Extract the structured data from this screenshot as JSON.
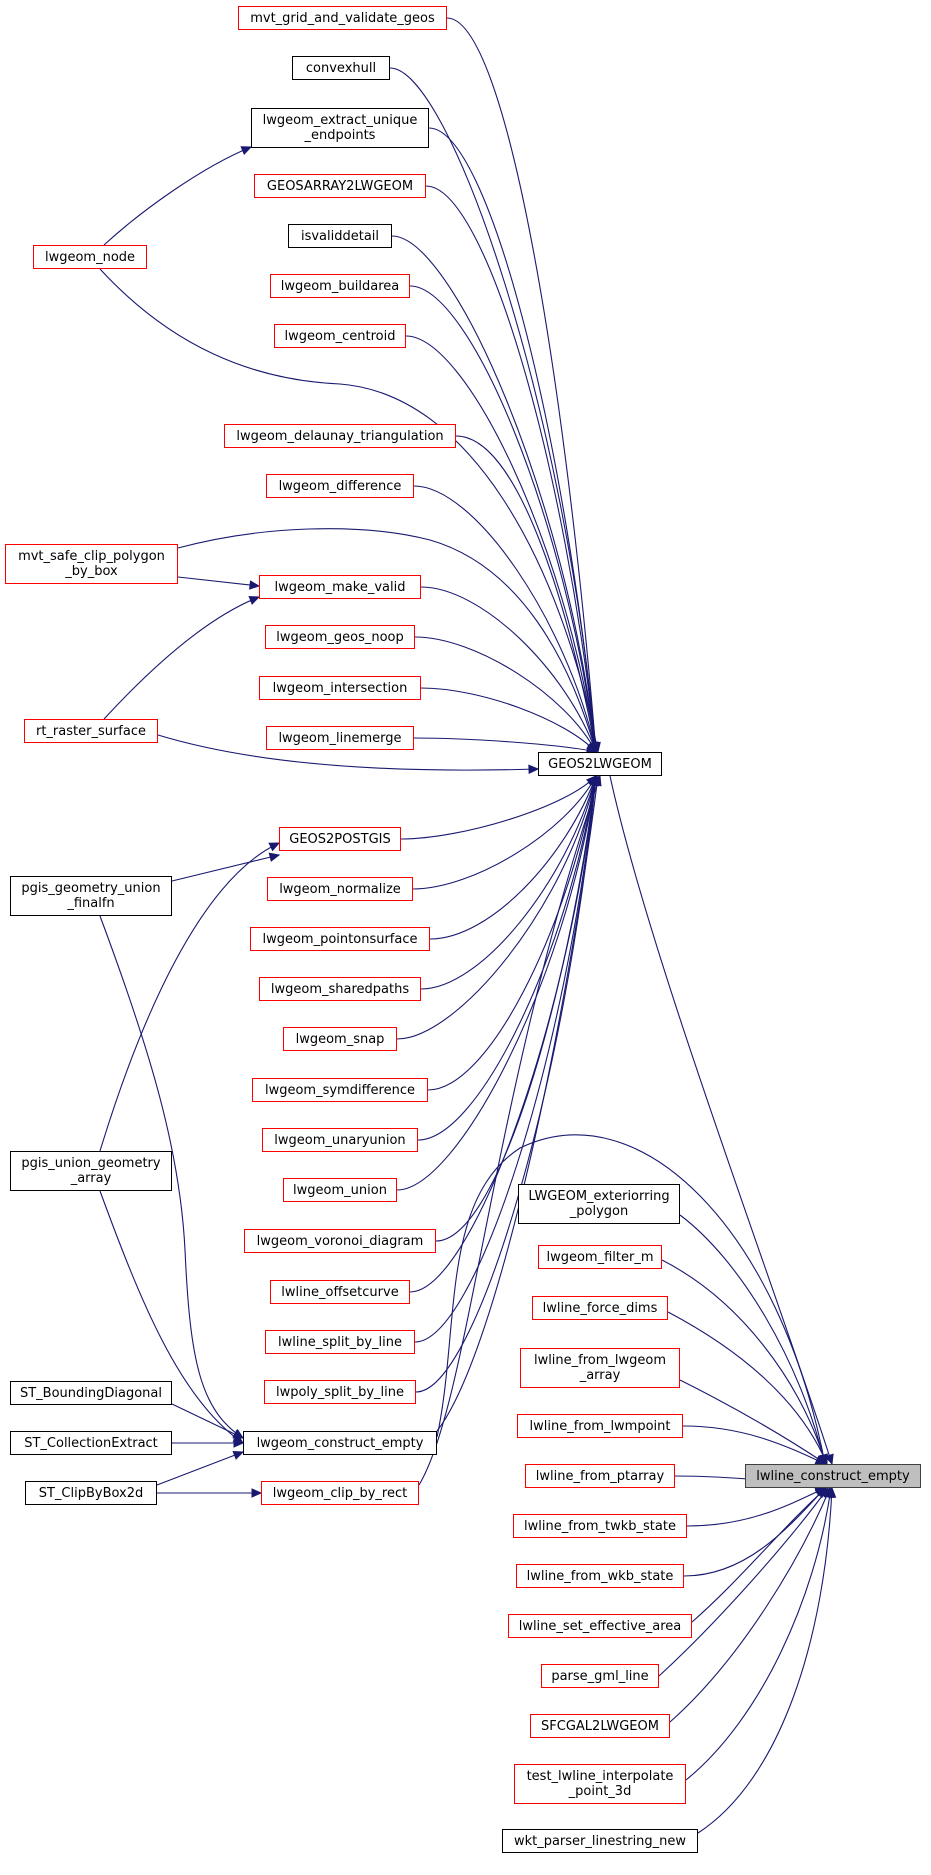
{
  "colors": {
    "edge": "#191970",
    "incomplete_border": "#ff0000",
    "normal_border": "#000000",
    "root_fill": "#bfbfbf"
  },
  "nodes": {
    "mvt_grid_and_validate_geos": {
      "label": "mvt_grid_and_validate_geos",
      "style": "red"
    },
    "convexhull": {
      "label": "convexhull",
      "style": "black"
    },
    "lwgeom_extract_unique_endpoints": {
      "label": "lwgeom_extract_unique\n_endpoints",
      "style": "black"
    },
    "GEOSARRAY2LWGEOM": {
      "label": "GEOSARRAY2LWGEOM",
      "style": "red"
    },
    "isvaliddetail": {
      "label": "isvaliddetail",
      "style": "black"
    },
    "lwgeom_buildarea": {
      "label": "lwgeom_buildarea",
      "style": "red"
    },
    "lwgeom_centroid": {
      "label": "lwgeom_centroid",
      "style": "red"
    },
    "lwgeom_node": {
      "label": "lwgeom_node",
      "style": "red"
    },
    "lwgeom_delaunay_triangulation": {
      "label": "lwgeom_delaunay_triangulation",
      "style": "red"
    },
    "lwgeom_difference": {
      "label": "lwgeom_difference",
      "style": "red"
    },
    "mvt_safe_clip_polygon_by_box": {
      "label": "mvt_safe_clip_polygon\n_by_box",
      "style": "red"
    },
    "lwgeom_make_valid": {
      "label": "lwgeom_make_valid",
      "style": "red"
    },
    "lwgeom_geos_noop": {
      "label": "lwgeom_geos_noop",
      "style": "red"
    },
    "lwgeom_intersection": {
      "label": "lwgeom_intersection",
      "style": "red"
    },
    "rt_raster_surface": {
      "label": "rt_raster_surface",
      "style": "red"
    },
    "lwgeom_linemerge": {
      "label": "lwgeom_linemerge",
      "style": "red"
    },
    "GEOS2LWGEOM": {
      "label": "GEOS2LWGEOM",
      "style": "black"
    },
    "GEOS2POSTGIS": {
      "label": "GEOS2POSTGIS",
      "style": "red"
    },
    "pgis_geometry_union_finalfn": {
      "label": "pgis_geometry_union\n_finalfn",
      "style": "black"
    },
    "lwgeom_normalize": {
      "label": "lwgeom_normalize",
      "style": "red"
    },
    "lwgeom_pointonsurface": {
      "label": "lwgeom_pointonsurface",
      "style": "red"
    },
    "lwgeom_sharedpaths": {
      "label": "lwgeom_sharedpaths",
      "style": "red"
    },
    "lwgeom_snap": {
      "label": "lwgeom_snap",
      "style": "red"
    },
    "lwgeom_symdifference": {
      "label": "lwgeom_symdifference",
      "style": "red"
    },
    "lwgeom_unaryunion": {
      "label": "lwgeom_unaryunion",
      "style": "red"
    },
    "pgis_union_geometry_array": {
      "label": "pgis_union_geometry\n_array",
      "style": "black"
    },
    "lwgeom_union": {
      "label": "lwgeom_union",
      "style": "red"
    },
    "LWGEOM_exteriorring_polygon": {
      "label": "LWGEOM_exteriorring\n_polygon",
      "style": "black"
    },
    "lwgeom_voronoi_diagram": {
      "label": "lwgeom_voronoi_diagram",
      "style": "red"
    },
    "lwgeom_filter_m": {
      "label": "lwgeom_filter_m",
      "style": "red"
    },
    "lwline_offsetcurve": {
      "label": "lwline_offsetcurve",
      "style": "red"
    },
    "lwline_force_dims": {
      "label": "lwline_force_dims",
      "style": "red"
    },
    "lwline_split_by_line": {
      "label": "lwline_split_by_line",
      "style": "red"
    },
    "lwline_from_lwgeom_array": {
      "label": "lwline_from_lwgeom\n_array",
      "style": "red"
    },
    "ST_BoundingDiagonal": {
      "label": "ST_BoundingDiagonal",
      "style": "black"
    },
    "lwpoly_split_by_line": {
      "label": "lwpoly_split_by_line",
      "style": "red"
    },
    "lwline_from_lwmpoint": {
      "label": "lwline_from_lwmpoint",
      "style": "red"
    },
    "ST_CollectionExtract": {
      "label": "ST_CollectionExtract",
      "style": "black"
    },
    "lwgeom_construct_empty": {
      "label": "lwgeom_construct_empty",
      "style": "black"
    },
    "lwline_from_ptarray": {
      "label": "lwline_from_ptarray",
      "style": "red"
    },
    "lwline_construct_empty": {
      "label": "lwline_construct_empty",
      "style": "root"
    },
    "ST_ClipByBox2d": {
      "label": "ST_ClipByBox2d",
      "style": "black"
    },
    "lwgeom_clip_by_rect": {
      "label": "lwgeom_clip_by_rect",
      "style": "red"
    },
    "lwline_from_twkb_state": {
      "label": "lwline_from_twkb_state",
      "style": "red"
    },
    "lwline_from_wkb_state": {
      "label": "lwline_from_wkb_state",
      "style": "red"
    },
    "lwline_set_effective_area": {
      "label": "lwline_set_effective_area",
      "style": "red"
    },
    "parse_gml_line": {
      "label": "parse_gml_line",
      "style": "red"
    },
    "SFCGAL2LWGEOM": {
      "label": "SFCGAL2LWGEOM",
      "style": "red"
    },
    "test_lwline_interpolate_point_3d": {
      "label": "test_lwline_interpolate\n_point_3d",
      "style": "red"
    },
    "wkt_parser_linestring_new": {
      "label": "wkt_parser_linestring_new",
      "style": "black"
    }
  },
  "edges": [
    [
      "lwgeom_node",
      "lwgeom_extract_unique_endpoints"
    ],
    [
      "lwgeom_node",
      "GEOS2LWGEOM"
    ],
    [
      "mvt_safe_clip_polygon_by_box",
      "GEOS2LWGEOM"
    ],
    [
      "mvt_safe_clip_polygon_by_box",
      "lwgeom_make_valid"
    ],
    [
      "rt_raster_surface",
      "lwgeom_make_valid"
    ],
    [
      "rt_raster_surface",
      "GEOS2LWGEOM"
    ],
    [
      "pgis_geometry_union_finalfn",
      "GEOS2POSTGIS"
    ],
    [
      "pgis_geometry_union_finalfn",
      "lwgeom_construct_empty"
    ],
    [
      "pgis_union_geometry_array",
      "GEOS2POSTGIS"
    ],
    [
      "pgis_union_geometry_array",
      "lwgeom_construct_empty"
    ],
    [
      "ST_BoundingDiagonal",
      "lwgeom_construct_empty"
    ],
    [
      "ST_CollectionExtract",
      "lwgeom_construct_empty"
    ],
    [
      "ST_ClipByBox2d",
      "lwgeom_construct_empty"
    ],
    [
      "ST_ClipByBox2d",
      "lwgeom_clip_by_rect"
    ],
    [
      "mvt_grid_and_validate_geos",
      "GEOS2LWGEOM"
    ],
    [
      "convexhull",
      "GEOS2LWGEOM"
    ],
    [
      "lwgeom_extract_unique_endpoints",
      "GEOS2LWGEOM"
    ],
    [
      "GEOSARRAY2LWGEOM",
      "GEOS2LWGEOM"
    ],
    [
      "isvaliddetail",
      "GEOS2LWGEOM"
    ],
    [
      "lwgeom_buildarea",
      "GEOS2LWGEOM"
    ],
    [
      "lwgeom_centroid",
      "GEOS2LWGEOM"
    ],
    [
      "lwgeom_delaunay_triangulation",
      "GEOS2LWGEOM"
    ],
    [
      "lwgeom_difference",
      "GEOS2LWGEOM"
    ],
    [
      "lwgeom_make_valid",
      "GEOS2LWGEOM"
    ],
    [
      "lwgeom_geos_noop",
      "GEOS2LWGEOM"
    ],
    [
      "lwgeom_intersection",
      "GEOS2LWGEOM"
    ],
    [
      "lwgeom_linemerge",
      "GEOS2LWGEOM"
    ],
    [
      "GEOS2POSTGIS",
      "GEOS2LWGEOM"
    ],
    [
      "lwgeom_normalize",
      "GEOS2LWGEOM"
    ],
    [
      "lwgeom_pointonsurface",
      "GEOS2LWGEOM"
    ],
    [
      "lwgeom_sharedpaths",
      "GEOS2LWGEOM"
    ],
    [
      "lwgeom_snap",
      "GEOS2LWGEOM"
    ],
    [
      "lwgeom_symdifference",
      "GEOS2LWGEOM"
    ],
    [
      "lwgeom_unaryunion",
      "GEOS2LWGEOM"
    ],
    [
      "lwgeom_union",
      "GEOS2LWGEOM"
    ],
    [
      "lwgeom_voronoi_diagram",
      "GEOS2LWGEOM"
    ],
    [
      "lwline_offsetcurve",
      "GEOS2LWGEOM"
    ],
    [
      "lwline_split_by_line",
      "GEOS2LWGEOM"
    ],
    [
      "lwpoly_split_by_line",
      "GEOS2LWGEOM"
    ],
    [
      "lwgeom_construct_empty",
      "GEOS2LWGEOM"
    ],
    [
      "lwgeom_clip_by_rect",
      "GEOS2LWGEOM"
    ],
    [
      "GEOS2LWGEOM",
      "lwline_construct_empty"
    ],
    [
      "lwgeom_construct_empty",
      "lwline_construct_empty"
    ],
    [
      "LWGEOM_exteriorring_polygon",
      "lwline_construct_empty"
    ],
    [
      "lwgeom_filter_m",
      "lwline_construct_empty"
    ],
    [
      "lwline_force_dims",
      "lwline_construct_empty"
    ],
    [
      "lwline_from_lwgeom_array",
      "lwline_construct_empty"
    ],
    [
      "lwline_from_lwmpoint",
      "lwline_construct_empty"
    ],
    [
      "lwline_from_ptarray",
      "lwline_construct_empty"
    ],
    [
      "lwline_from_twkb_state",
      "lwline_construct_empty"
    ],
    [
      "lwline_from_wkb_state",
      "lwline_construct_empty"
    ],
    [
      "lwline_set_effective_area",
      "lwline_construct_empty"
    ],
    [
      "parse_gml_line",
      "lwline_construct_empty"
    ],
    [
      "SFCGAL2LWGEOM",
      "lwline_construct_empty"
    ],
    [
      "test_lwline_interpolate_point_3d",
      "lwline_construct_empty"
    ],
    [
      "wkt_parser_linestring_new",
      "lwline_construct_empty"
    ]
  ]
}
